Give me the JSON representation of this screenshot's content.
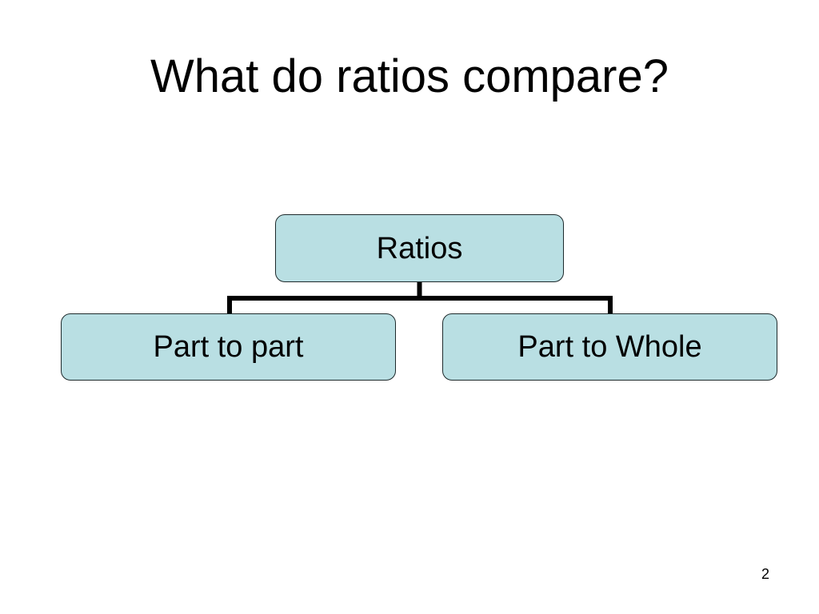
{
  "slide": {
    "title": "What do ratios compare?",
    "page_number": "2"
  },
  "diagram": {
    "type": "hierarchy",
    "colors": {
      "node_fill": "#b9dfe3",
      "node_border": "#1e2a2c",
      "connector": "#000000"
    },
    "root": {
      "label": "Ratios"
    },
    "children": [
      {
        "label": "Part to part"
      },
      {
        "label": "Part to Whole"
      }
    ]
  }
}
